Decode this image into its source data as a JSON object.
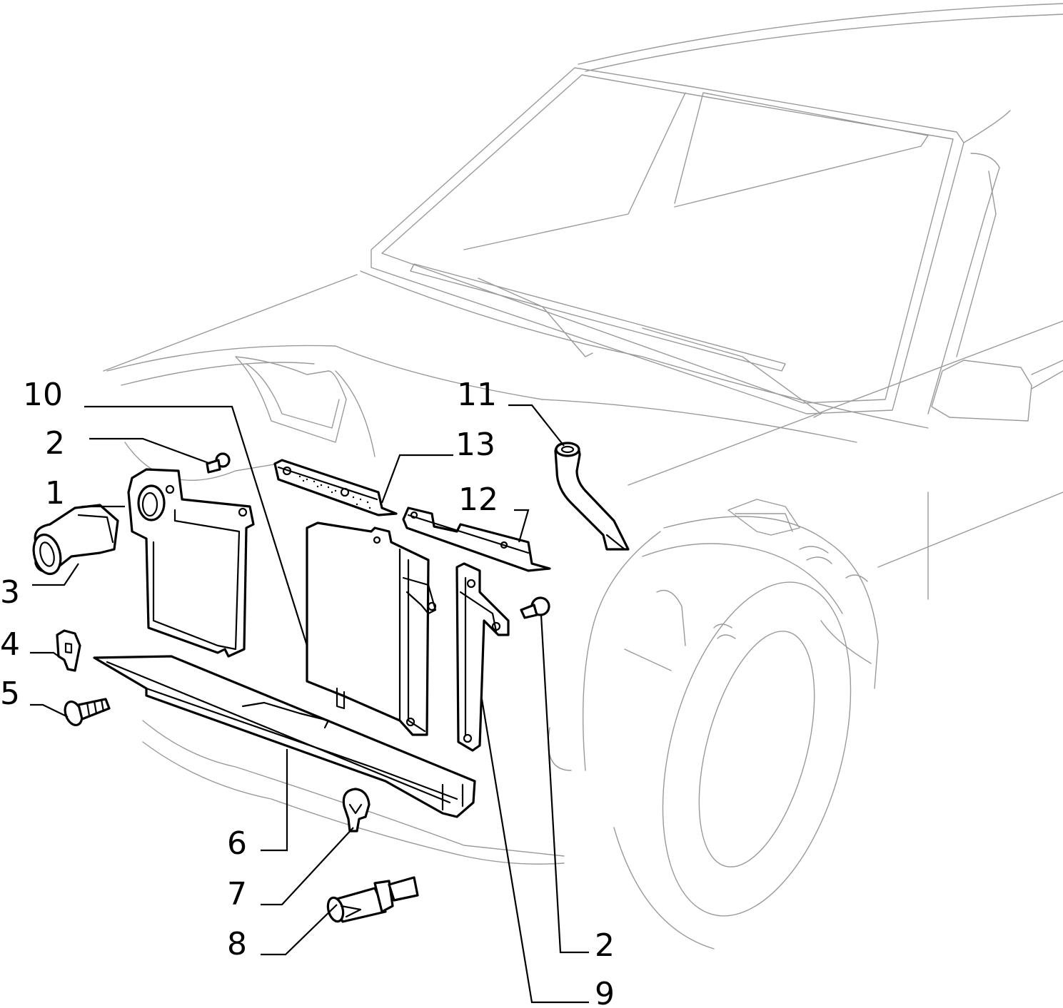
{
  "callouts": [
    {
      "id": "c10",
      "label": "10"
    },
    {
      "id": "c2a",
      "label": "2"
    },
    {
      "id": "c1",
      "label": "1"
    },
    {
      "id": "c3",
      "label": "3"
    },
    {
      "id": "c4",
      "label": "4"
    },
    {
      "id": "c5",
      "label": "5"
    },
    {
      "id": "c6",
      "label": "6"
    },
    {
      "id": "c7",
      "label": "7"
    },
    {
      "id": "c8",
      "label": "8"
    },
    {
      "id": "c11",
      "label": "11"
    },
    {
      "id": "c13",
      "label": "13"
    },
    {
      "id": "c12",
      "label": "12"
    },
    {
      "id": "c2b",
      "label": "2"
    },
    {
      "id": "c9",
      "label": "9"
    }
  ],
  "colors": {
    "background": "#ffffff",
    "parts": "#000000",
    "vehicle_outline": "#9a9a9a"
  }
}
